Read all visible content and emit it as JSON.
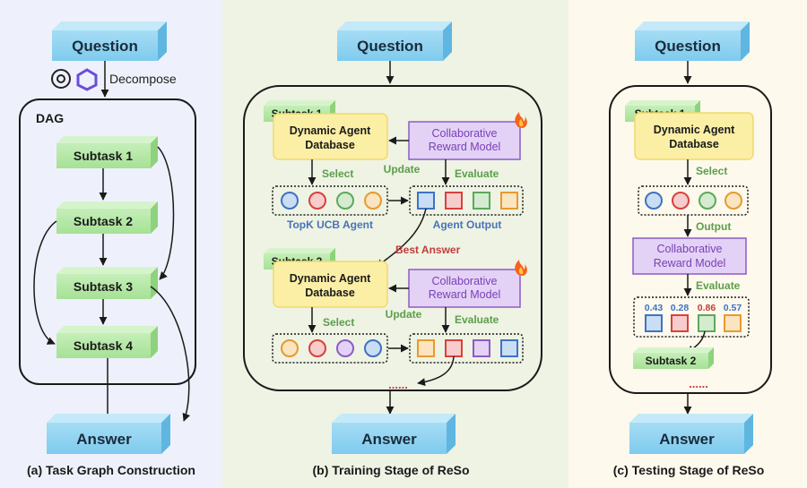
{
  "panel_a": {
    "question": "Question",
    "decompose": "Decompose",
    "dag": "DAG",
    "subtasks": [
      "Subtask 1",
      "Subtask 2",
      "Subtask 3",
      "Subtask 4"
    ],
    "answer": "Answer",
    "caption": "(a) Task Graph Construction"
  },
  "panel_b": {
    "question": "Question",
    "subtask1": "Subtask 1",
    "subtask2": "Subtask 2",
    "db_line1": "Dynamic Agent",
    "db_line2": "Database",
    "rm_line1": "Collaborative",
    "rm_line2": "Reward Model",
    "select": "Select",
    "update": "Update",
    "evaluate": "Evaluate",
    "topk": "TopK UCB Agent",
    "agent_output": "Agent Output",
    "best_answer": "Best Answer",
    "ellipsis": "......",
    "answer": "Answer",
    "caption": "(b) Training Stage of ReSo"
  },
  "panel_c": {
    "question": "Question",
    "subtask1": "Subtask 1",
    "db_line1": "Dynamic Agent",
    "db_line2": "Database",
    "select": "Select",
    "output": "Output",
    "rm_line1": "Collaborative",
    "rm_line2": "Reward Model",
    "evaluate": "Evaluate",
    "scores": [
      "0.43",
      "0.28",
      "0.86",
      "0.57"
    ],
    "subtask2": "Subtask 2",
    "ellipsis": "......",
    "answer": "Answer",
    "caption": "(c) Testing Stage of ReSo"
  },
  "colors": {
    "bg_a": "#eef1fb",
    "bg_b": "#eef3e4",
    "bg_c": "#fdf9ec",
    "blue_box": "#8fd3f0",
    "green_box": "#b5e8a8",
    "yellow_box": "#fbefa6",
    "purple_box": "#e3d2f5",
    "agent_blue": "#3f72c4",
    "agent_red": "#d9413c",
    "agent_green": "#5ca85c",
    "agent_orange": "#e79a2c",
    "agent_purple": "#8c5cc4",
    "label_green": "#5c9e4a",
    "label_blue": "#4a72b8",
    "label_red": "#c23c3c"
  }
}
